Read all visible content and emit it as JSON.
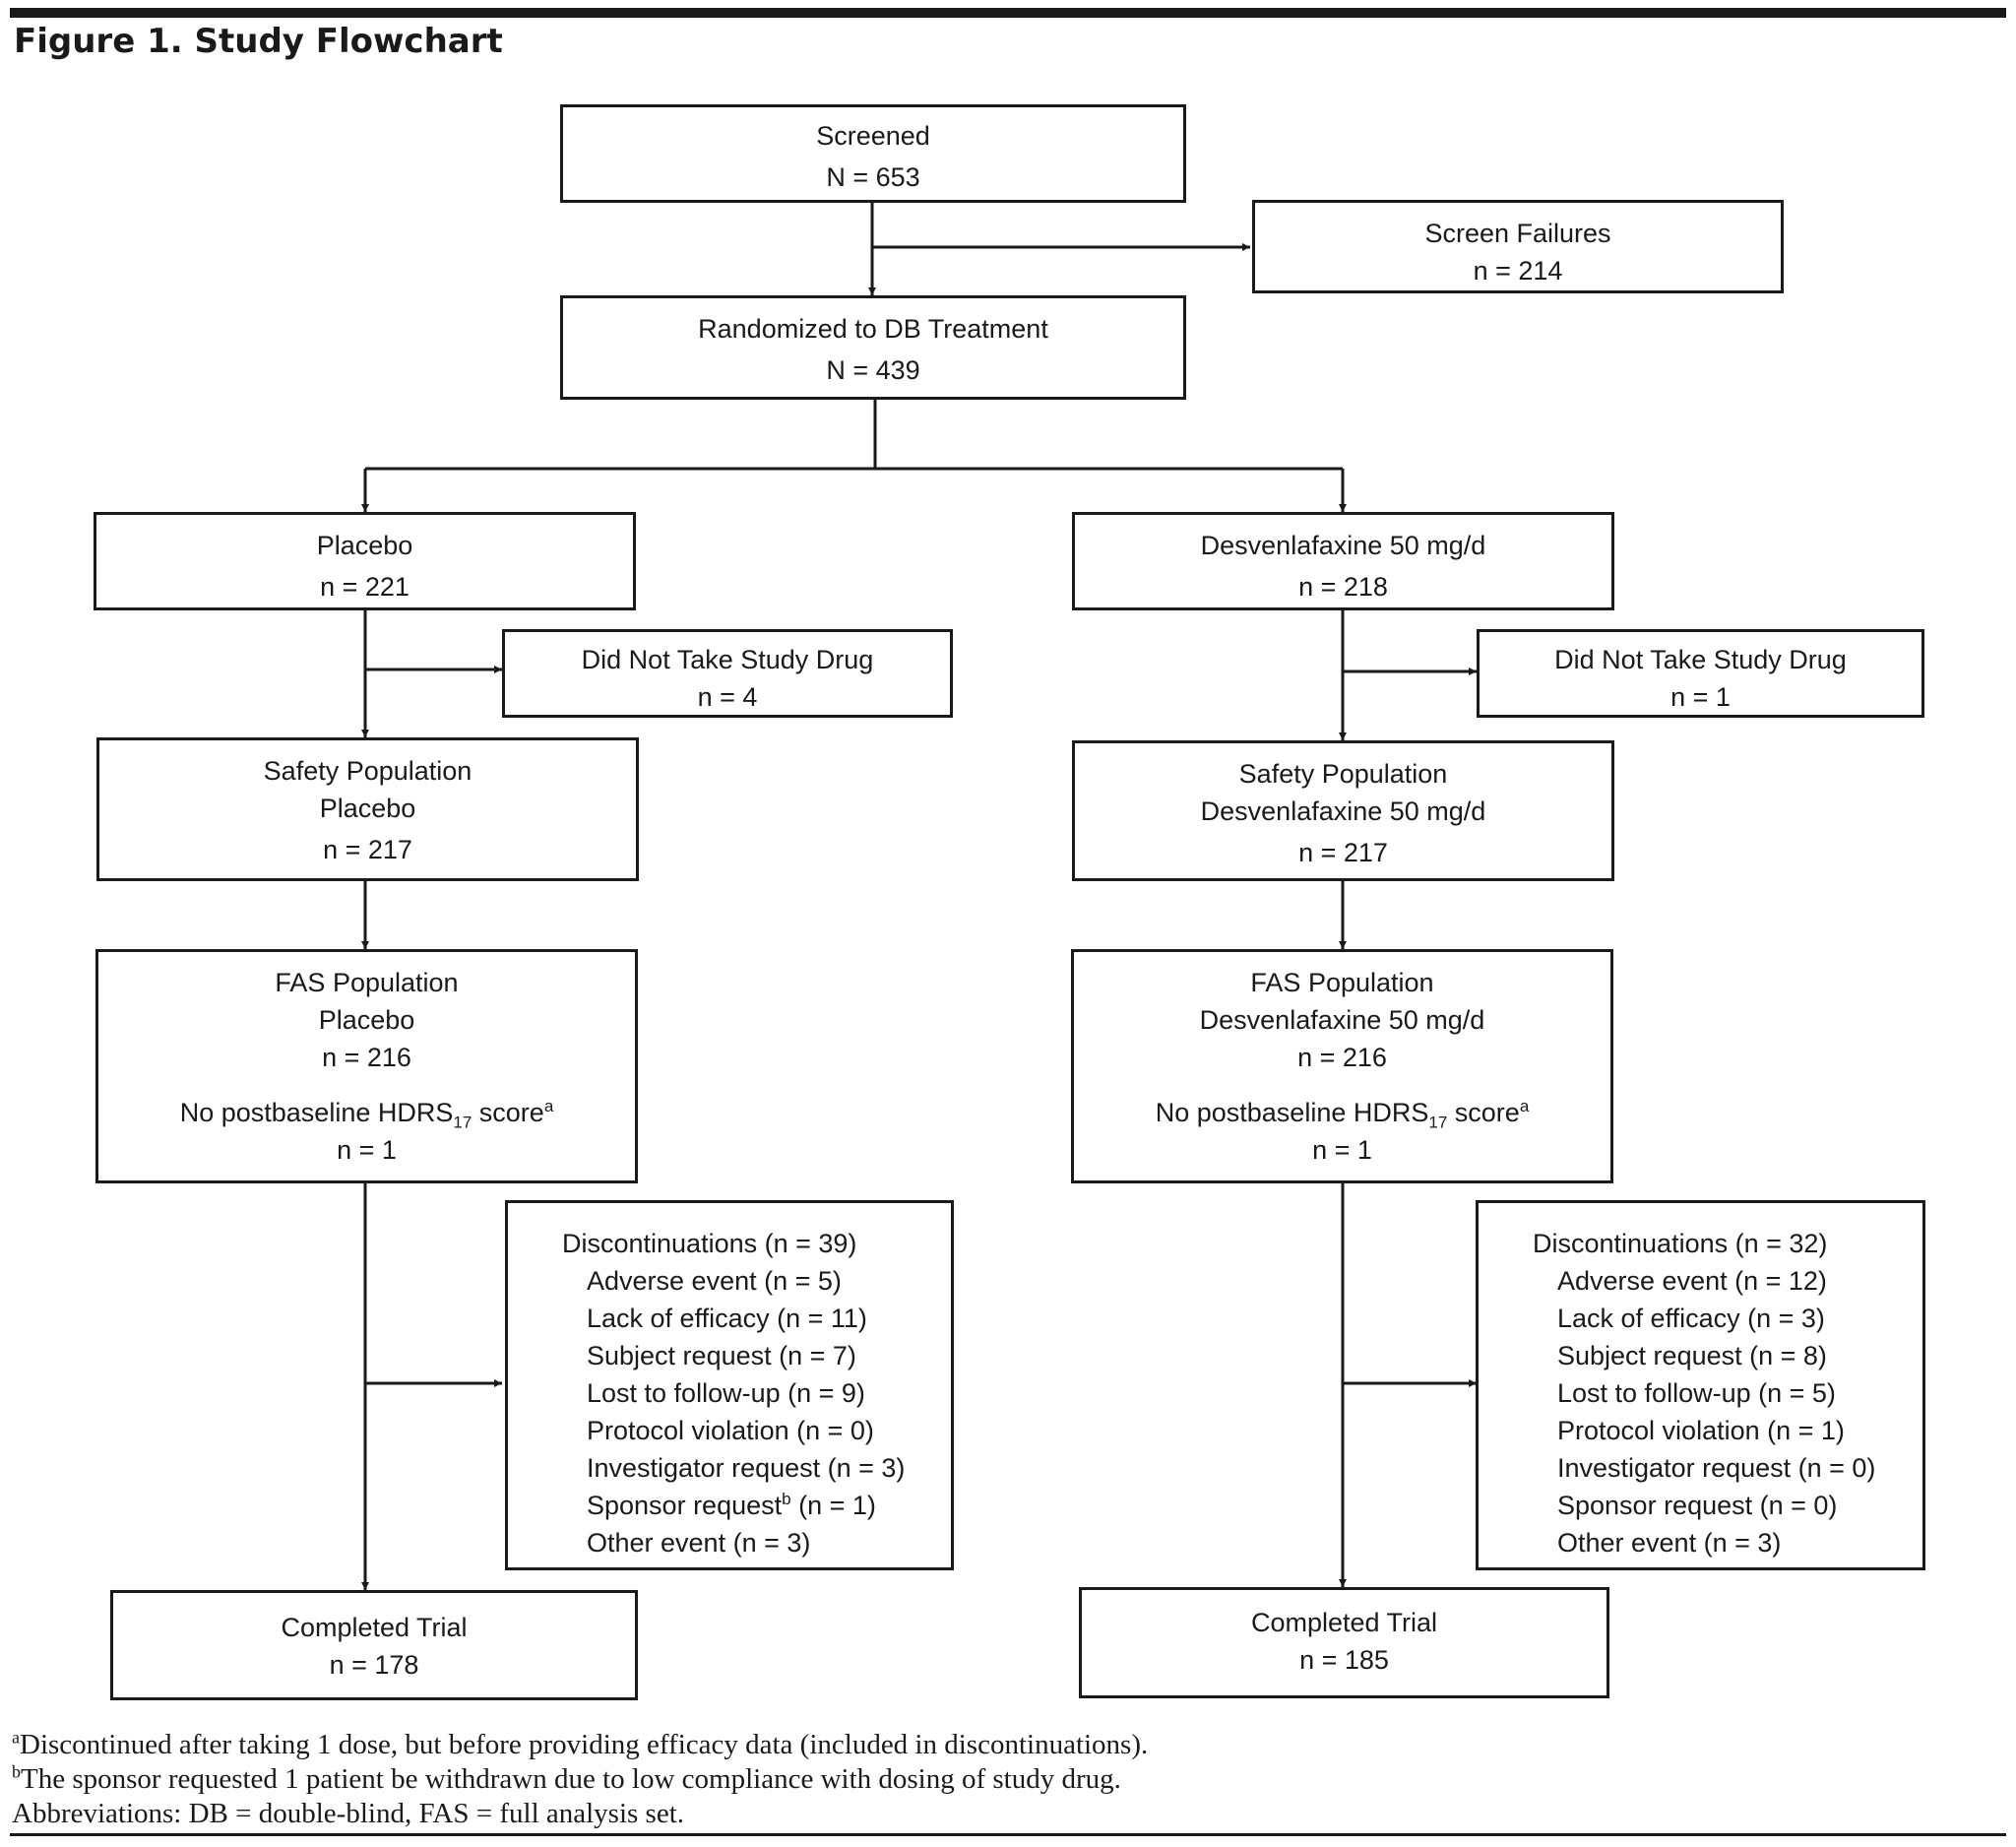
{
  "figure_title": "Figure 1. Study Flowchart",
  "screened": {
    "label": "Screened",
    "count": "N = 653"
  },
  "screen_failures": {
    "label": "Screen Failures",
    "count": "n = 214"
  },
  "randomized": {
    "label": "Randomized to DB Treatment",
    "count": "N = 439"
  },
  "placebo_arm": {
    "arm": {
      "label": "Placebo",
      "count": "n = 221"
    },
    "did_not_take": {
      "label": "Did Not Take Study Drug",
      "count": "n = 4"
    },
    "safety": {
      "label": "Safety Population",
      "group": "Placebo",
      "count": "n = 217"
    },
    "fas": {
      "label": "FAS Population",
      "group": "Placebo",
      "count": "n = 216",
      "no_score_prefix": "No postbaseline HDRS",
      "no_score_sub": "17",
      "no_score_suffix": " score",
      "no_score_note": "a",
      "no_score_count": "n = 1"
    },
    "discontinuations": {
      "header": "Discontinuations (n = 39)",
      "items": [
        {
          "text": "Adverse event (n = 5)"
        },
        {
          "text": "Lack of efficacy (n = 11)"
        },
        {
          "text": "Subject request (n = 7)"
        },
        {
          "text": "Lost to follow-up (n = 9)"
        },
        {
          "text": "Protocol violation (n = 0)"
        },
        {
          "text": "Investigator request (n = 3)"
        },
        {
          "text": "Sponsor request",
          "note": "b",
          "after": " (n = 1)"
        },
        {
          "text": "Other event (n = 3)"
        }
      ]
    },
    "completed": {
      "label": "Completed Trial",
      "count": "n = 178"
    }
  },
  "dvs_arm": {
    "arm": {
      "label": "Desvenlafaxine 50 mg/d",
      "count": "n = 218"
    },
    "did_not_take": {
      "label": "Did Not Take Study Drug",
      "count": "n = 1"
    },
    "safety": {
      "label": "Safety Population",
      "group": "Desvenlafaxine 50 mg/d",
      "count": "n = 217"
    },
    "fas": {
      "label": "FAS Population",
      "group": "Desvenlafaxine 50 mg/d",
      "count": "n = 216",
      "no_score_prefix": "No postbaseline HDRS",
      "no_score_sub": "17",
      "no_score_suffix": " score",
      "no_score_note": "a",
      "no_score_count": "n = 1"
    },
    "discontinuations": {
      "header": "Discontinuations (n = 32)",
      "items": [
        {
          "text": "Adverse event (n = 12)"
        },
        {
          "text": "Lack of efficacy (n = 3)"
        },
        {
          "text": "Subject request (n = 8)"
        },
        {
          "text": "Lost to follow-up (n = 5)"
        },
        {
          "text": "Protocol violation (n = 1)"
        },
        {
          "text": "Investigator request (n = 0)"
        },
        {
          "text": "Sponsor request (n = 0)"
        },
        {
          "text": "Other event (n = 3)"
        }
      ]
    },
    "completed": {
      "label": "Completed Trial",
      "count": "n = 185"
    }
  },
  "footnotes": {
    "a_mark": "a",
    "a_text": "Discontinued after taking 1 dose, but before providing efficacy data (included in discontinuations).",
    "b_mark": "b",
    "b_text": "The sponsor requested 1 patient be withdrawn due to low compliance with dosing of study drug.",
    "abbreviations": "Abbreviations: DB = double-blind, FAS = full analysis set."
  }
}
